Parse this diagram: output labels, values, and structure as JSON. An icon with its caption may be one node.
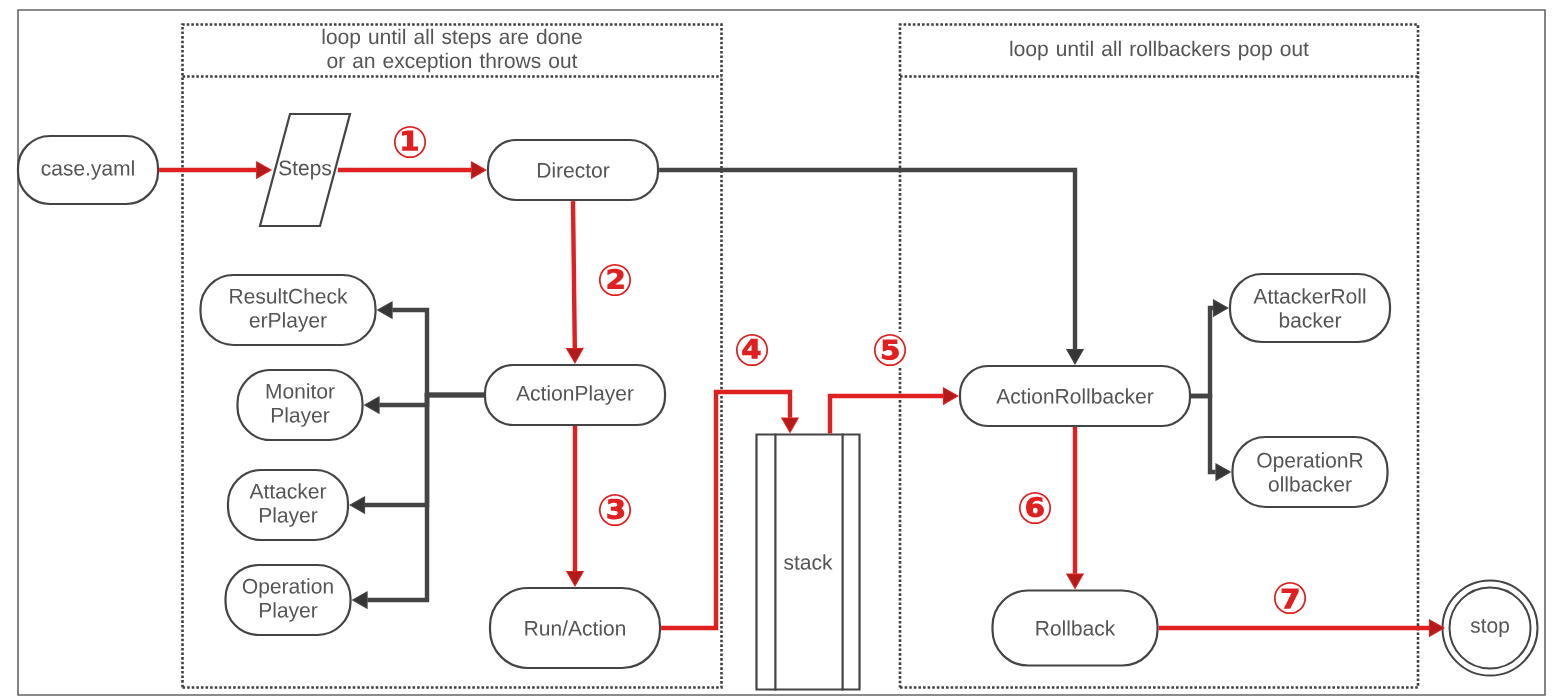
{
  "diagram": {
    "nodes": [
      {
        "text": [
          "loop until all steps are done or an exception throws out"
        ]
      },
      {
        "text": [
          "loop until all rollbackers pop out"
        ]
      },
      {
        "text": [
          "case.yaml"
        ]
      },
      {
        "text": [
          "Steps"
        ],
        "in": 0
      },
      {
        "text": [
          "Director"
        ],
        "in": 0
      },
      {
        "text": [
          "ResultCheck erPlayer"
        ],
        "in": 0
      },
      {
        "text": [
          "Monitor Player"
        ],
        "in": 0
      },
      {
        "text": [
          "Attacker Player"
        ],
        "in": 0
      },
      {
        "text": [
          "Operation Player"
        ],
        "in": 0
      },
      {
        "text": [
          "ActionPlayer"
        ],
        "in": 0
      },
      {
        "text": [
          "Run/Action"
        ],
        "in": 0
      },
      {
        "text": [
          "stack"
        ]
      },
      {
        "text": [
          "ActionRollbacker"
        ],
        "in": 1
      },
      {
        "text": [
          "AttackerRoll backer"
        ],
        "in": 1
      },
      {
        "text": [
          "OperationR ollbacker"
        ],
        "in": 1
      },
      {
        "text": [
          "Rollback"
        ],
        "in": 1
      },
      {
        "text": [
          "stop"
        ]
      }
    ],
    "edges": [
      {
        "from": 2,
        "to": 3,
        "arrow": "to",
        "color": "#e02020"
      },
      {
        "from": 3,
        "to": 4,
        "arrow": "to",
        "color": "#e02020",
        "label": "①"
      },
      {
        "from": 4,
        "to": 9,
        "arrow": "to",
        "color": "#e02020",
        "label": "②"
      },
      {
        "from": 9,
        "to": 5,
        "arrow": "to",
        "color": "#444444"
      },
      {
        "from": 9,
        "to": 6,
        "arrow": "to",
        "color": "#444444"
      },
      {
        "from": 9,
        "to": 7,
        "arrow": "to",
        "color": "#444444"
      },
      {
        "from": 9,
        "to": 8,
        "arrow": "to",
        "color": "#444444"
      },
      {
        "from": 9,
        "to": 10,
        "arrow": "to",
        "color": "#e02020",
        "label": "③"
      },
      {
        "from": 10,
        "to": 11,
        "arrow": "to",
        "color": "#e02020",
        "label": "④"
      },
      {
        "from": 11,
        "to": 12,
        "arrow": "to",
        "color": "#e02020",
        "label": "⑤"
      },
      {
        "from": 4,
        "to": 12,
        "arrow": "to",
        "color": "#444444"
      },
      {
        "from": 12,
        "to": 13,
        "arrow": "to",
        "color": "#444444"
      },
      {
        "from": 12,
        "to": 14,
        "arrow": "to",
        "color": "#444444"
      },
      {
        "from": 12,
        "to": 15,
        "arrow": "to",
        "color": "#e02020",
        "label": "⑥"
      },
      {
        "from": 15,
        "to": 16,
        "arrow": "to",
        "color": "#e02020",
        "label": "⑦"
      }
    ]
  }
}
